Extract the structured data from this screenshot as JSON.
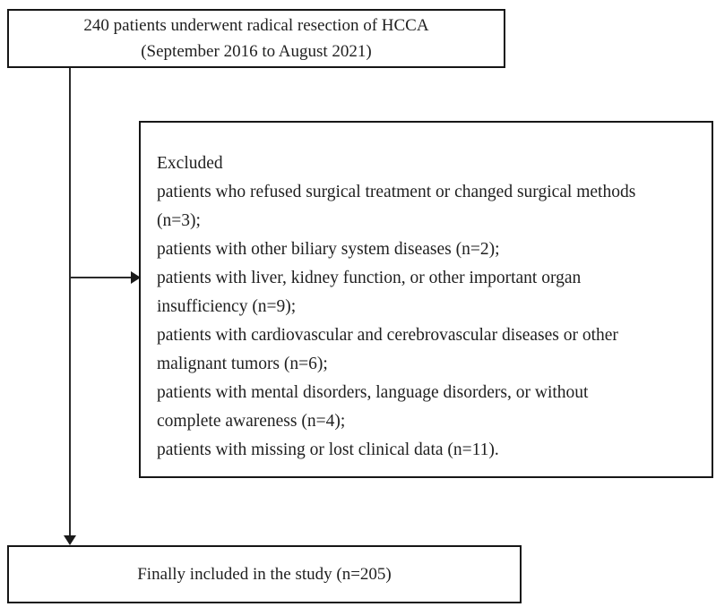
{
  "flowchart": {
    "top_box": {
      "line1": "240 patients underwent radical resection of HCCA",
      "line2": "(September 2016 to August 2021)"
    },
    "excluded_box": {
      "title": "Excluded",
      "lines": [
        "patients who refused surgical treatment or changed surgical methods",
        "(n=3);",
        "patients with other biliary system diseases (n=2);",
        "patients with liver, kidney function, or other important organ",
        "insufficiency (n=9);",
        "patients with cardiovascular and cerebrovascular diseases or other",
        "malignant tumors (n=6);",
        "patients with mental disorders, language disorders, or without",
        "complete awareness (n=4);",
        "patients with missing or lost clinical data (n=11)."
      ]
    },
    "bottom_box": {
      "label": "Finally included in the study (n=205)"
    },
    "counts": {
      "initial": 240,
      "excluded_refused_or_changed": 3,
      "excluded_other_biliary": 2,
      "excluded_organ_insufficiency": 9,
      "excluded_cardio_cerebro_or_tumors": 6,
      "excluded_mental_language_awareness": 4,
      "excluded_missing_data": 11,
      "final_included": 205
    },
    "colors": {
      "border": "#161616",
      "text": "#1f1f1f",
      "line": "#2b2b2b",
      "background": "#ffffff"
    }
  }
}
